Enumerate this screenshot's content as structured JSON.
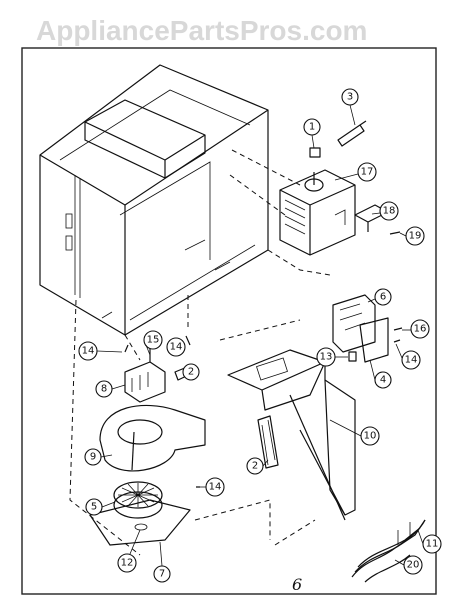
{
  "watermark": "AppliancePartsPros.com",
  "page_mark": "6",
  "callouts": [
    "1",
    "2",
    "3",
    "4",
    "5",
    "6",
    "7",
    "8",
    "9",
    "10",
    "11",
    "12",
    "13",
    "14",
    "15",
    "16",
    "17",
    "18",
    "19",
    "20"
  ],
  "colors": {
    "ink": "#111111",
    "paper": "#ffffff",
    "watermark": "#d8d8d8"
  }
}
